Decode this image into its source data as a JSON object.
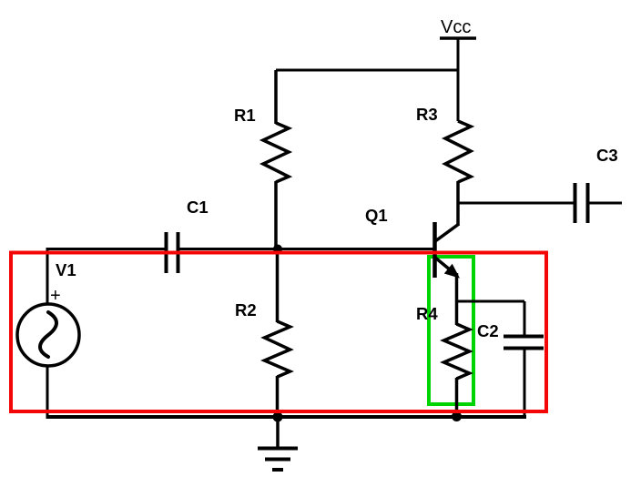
{
  "diagram": {
    "kind": "circuit-schematic",
    "labels": {
      "vcc": "Vcc",
      "v1": "V1",
      "v1_polarity": "+",
      "r1": "R1",
      "r2": "R2",
      "r3": "R3",
      "r4": "R4",
      "c1": "C1",
      "c2": "C2",
      "c3": "C3",
      "q1": "Q1"
    },
    "colors": {
      "wire": "#000000",
      "background": "#ffffff",
      "red_highlight": "#f40606",
      "green_highlight": "#00d400"
    }
  }
}
